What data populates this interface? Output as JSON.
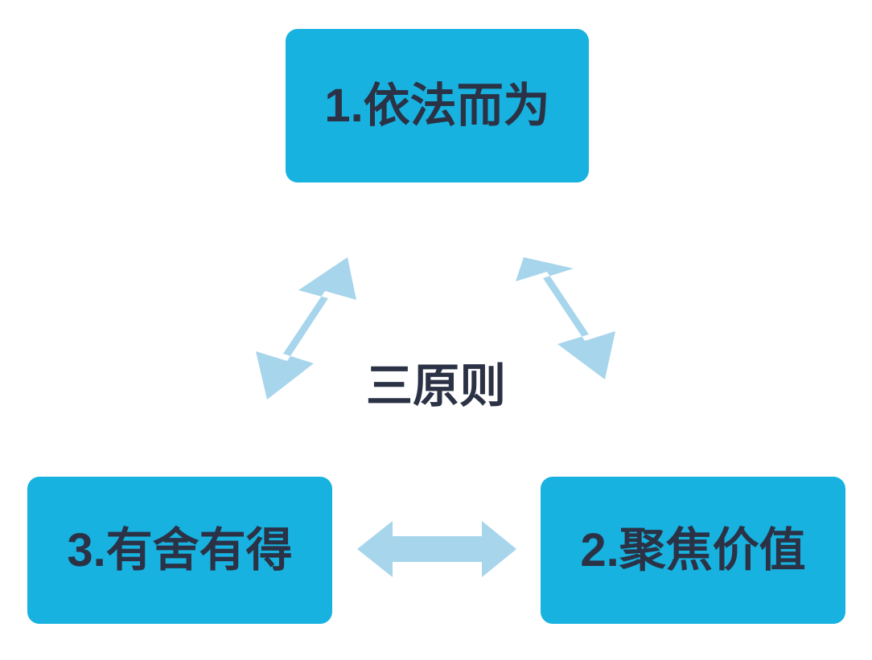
{
  "diagram": {
    "title": "三原则",
    "type": "triangle-relationship",
    "center_label": {
      "text": "三原则",
      "name": "center-label"
    },
    "colors": {
      "box_fill": "#17B2E0",
      "text": "#2B3245",
      "arrow_fill": "#A7D5EC",
      "background": "#FFFFFF"
    },
    "nodes": [
      {
        "id": "principle-1",
        "label": "1.依法而为",
        "position": "top"
      },
      {
        "id": "principle-2",
        "label": "2.聚焦价值",
        "position": "bottom-right"
      },
      {
        "id": "principle-3",
        "label": "3.有舍有得",
        "position": "bottom-left"
      }
    ],
    "connectors": [
      {
        "id": "arrow-top-left",
        "icon": "double-headed-arrow-diagonal-up-right",
        "from": "principle-3",
        "to": "principle-1",
        "bidirectional": true
      },
      {
        "id": "arrow-top-right",
        "icon": "double-headed-arrow-diagonal-up-left",
        "from": "principle-2",
        "to": "principle-1",
        "bidirectional": true
      },
      {
        "id": "arrow-bottom",
        "icon": "double-headed-arrow-horizontal",
        "from": "principle-3",
        "to": "principle-2",
        "bidirectional": true
      }
    ]
  }
}
